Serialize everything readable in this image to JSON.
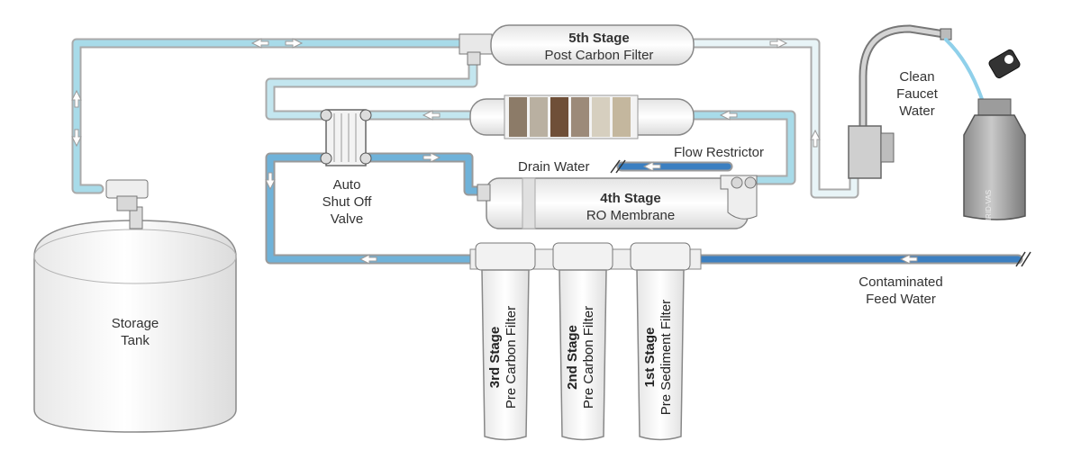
{
  "labels": {
    "stage5_title": "5th Stage",
    "stage5_name": "Post Carbon Filter",
    "stage4_title": "4th Stage",
    "stage4_name": "RO Membrane",
    "stage3_title": "3rd Stage",
    "stage3_name": "Pre Carbon Filter",
    "stage2_title": "2nd Stage",
    "stage2_name": "Pre Carbon Filter",
    "stage1_title": "1st Stage",
    "stage1_name": "Pre Sediment Filter",
    "faucet_line1": "Clean",
    "faucet_line2": "Faucet",
    "faucet_line3": "Water",
    "flow_restrictor": "Flow Restrictor",
    "drain_water": "Drain Water",
    "valve_line1": "Auto",
    "valve_line2": "Shut Off",
    "valve_line3": "Valve",
    "tank_line1": "Storage",
    "tank_line2": "Tank",
    "feed_line1": "Contaminated",
    "feed_line2": "Feed Water",
    "bottle_brand": "IRID-VAS"
  },
  "colors": {
    "feed_water": "#3b7fc1",
    "clean_water": "#9fd3e3",
    "pipe_outline": "#a9a9a9",
    "housing_fill": "#f5f5f5"
  }
}
